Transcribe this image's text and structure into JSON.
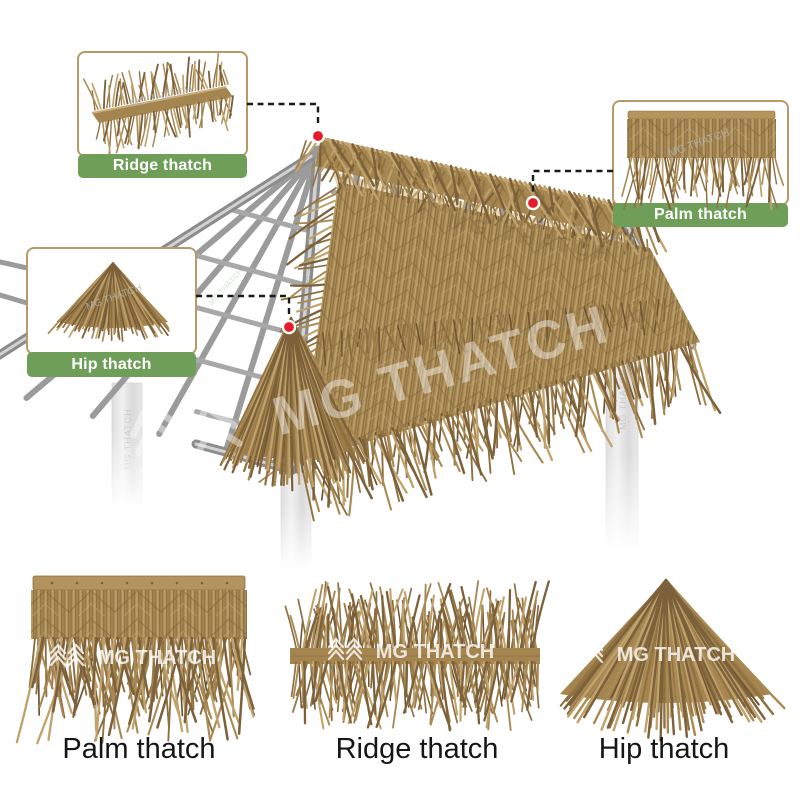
{
  "watermark": {
    "text": "MG THATCH"
  },
  "callouts": {
    "ridge": {
      "label": "Ridge thatch"
    },
    "palm": {
      "label": "Palm thatch"
    },
    "hip": {
      "label": "Hip thatch"
    }
  },
  "products": {
    "palm": {
      "label": "Palm thatch"
    },
    "ridge": {
      "label": "Ridge thatch"
    },
    "hip": {
      "label": "Hip thatch"
    }
  },
  "colors": {
    "accent_green": "#6f9e58",
    "border_tan": "#b89a66",
    "thatch_tan": "#a5854f",
    "frame_gray": "#9b9b9b",
    "dot_red": "#e51c2a",
    "connector_black": "#1a1a1a"
  }
}
